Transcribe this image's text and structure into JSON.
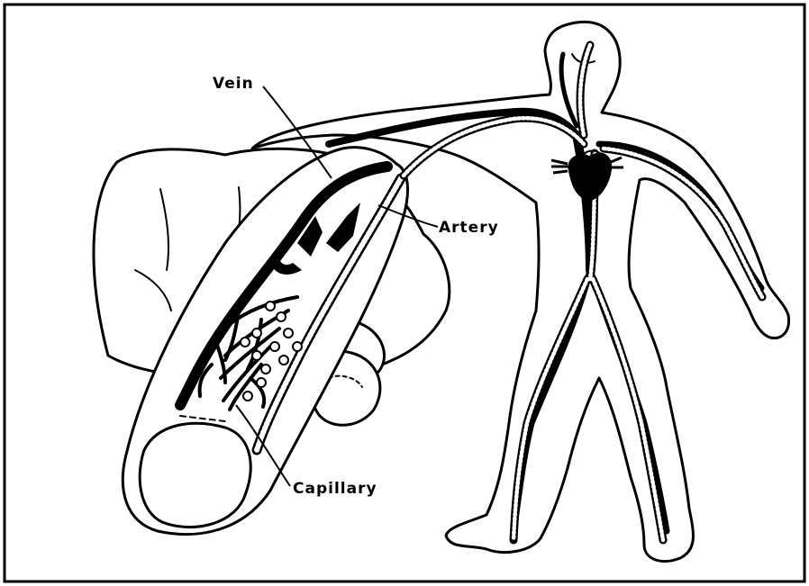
{
  "diagram": {
    "labels": {
      "vein": "Vein",
      "artery": "Artery",
      "capillary": "Capillary"
    },
    "colors": {
      "ink": "#000000",
      "paper": "#ffffff"
    }
  }
}
